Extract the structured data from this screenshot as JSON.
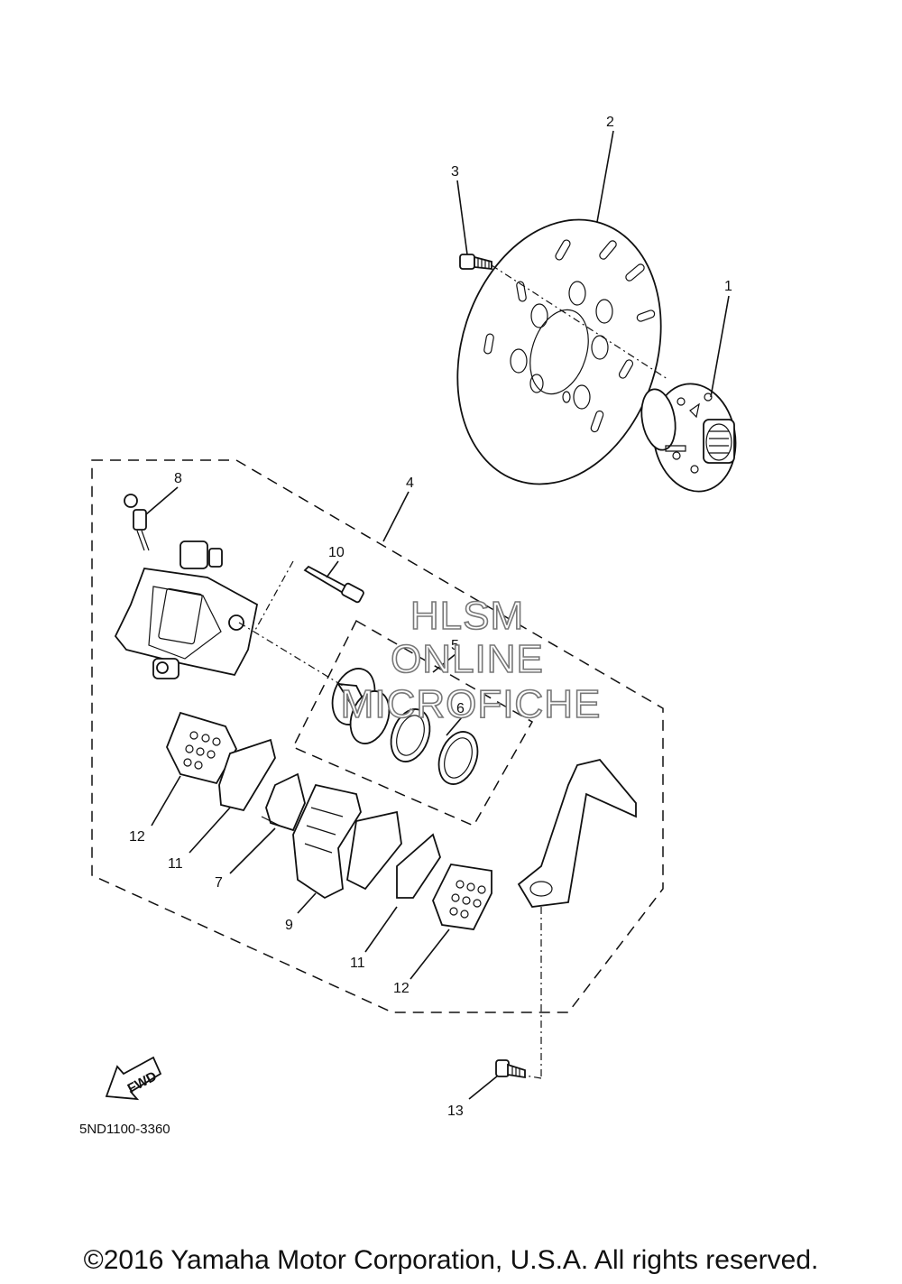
{
  "callouts": {
    "c1": "1",
    "c2": "2",
    "c3": "3",
    "c4": "4",
    "c5": "5",
    "c6": "6",
    "c7": "7",
    "c8": "8",
    "c9": "9",
    "c10": "10",
    "c11a": "11",
    "c11b": "11",
    "c12a": "12",
    "c12b": "12",
    "c13": "13"
  },
  "watermark": {
    "line1": "HLSM",
    "line2": "ONLINE",
    "line3": "MICROFICHE"
  },
  "fwd_label": "FWD",
  "diagram_code": "5ND1100-3360",
  "copyright": "©2016 Yamaha Motor Corporation, U.S.A. All rights reserved."
}
